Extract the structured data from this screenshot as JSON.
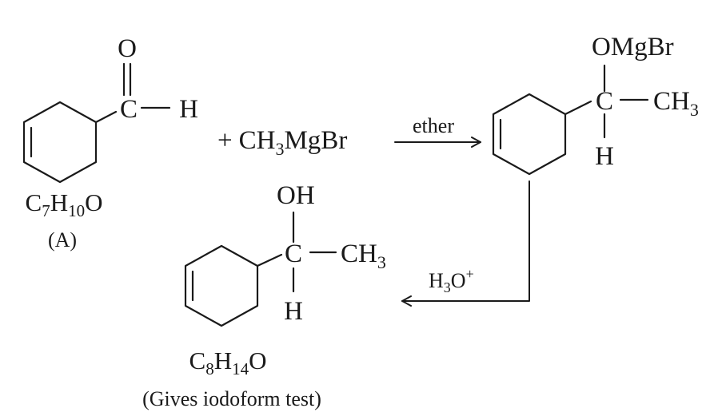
{
  "compound_a": {
    "atom_o": "O",
    "atom_c": "C",
    "atom_h": "H",
    "formula": {
      "c": "C",
      "c_sub": "7",
      "h": "H",
      "h_sub": "10",
      "o": "O"
    },
    "label": "(A)"
  },
  "reagent": {
    "plus": "+",
    "prefix": "CH",
    "sub": "3",
    "suffix": "MgBr"
  },
  "arrow_1_label": "ether",
  "intermediate": {
    "group_top": "OMgBr",
    "atom_c": "C",
    "atom_h": "H",
    "methyl": "CH",
    "methyl_sub": "3"
  },
  "arrow_2_label": {
    "h": "H",
    "h_sub": "3",
    "o": "O",
    "sup": "+"
  },
  "product": {
    "group_top": "OH",
    "atom_c": "C",
    "atom_h": "H",
    "methyl": "CH",
    "methyl_sub": "3",
    "formula": {
      "c": "C",
      "c_sub": "8",
      "h": "H",
      "h_sub": "14",
      "o": "O"
    },
    "note": "(Gives iodoform test)"
  }
}
